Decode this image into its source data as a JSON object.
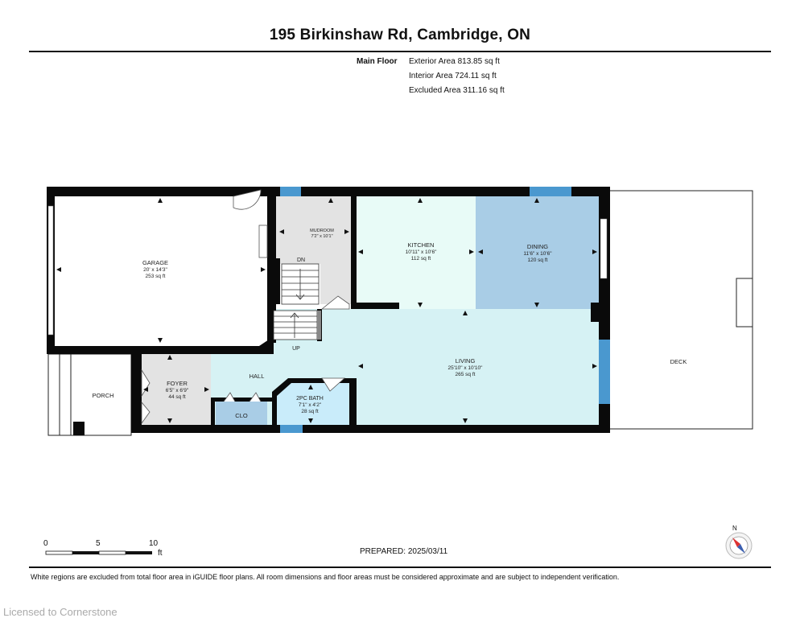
{
  "title": "195 Birkinshaw Rd, Cambridge, ON",
  "summary": {
    "floor_label": "Main Floor",
    "exterior": "Exterior Area 813.85 sq ft",
    "interior": "Interior Area 724.11 sq ft",
    "excluded": "Excluded Area 311.16 sq ft"
  },
  "rooms": {
    "garage": {
      "name": "GARAGE",
      "dims": "20' x 14'3\"",
      "area": "253 sq ft"
    },
    "mudroom": {
      "name": "MUDROOM",
      "dims": "7'2\" x 10'1\""
    },
    "kitchen": {
      "name": "KITCHEN",
      "dims": "10'11\" x 10'6\"",
      "area": "112 sq ft"
    },
    "dining": {
      "name": "DINING",
      "dims": "11'6\" x 10'6\"",
      "area": "120 sq ft"
    },
    "living": {
      "name": "LIVING",
      "dims": "25'10\" x 10'10\"",
      "area": "265 sq ft"
    },
    "foyer": {
      "name": "FOYER",
      "dims": "6'5\" x 6'9\"",
      "area": "44 sq ft"
    },
    "bath": {
      "name": "2PC BATH",
      "dims": "7'1\" x 4'2\"",
      "area": "28 sq ft"
    },
    "hall": {
      "name": "HALL"
    },
    "closet": {
      "name": "CLO"
    },
    "porch": {
      "name": "PORCH"
    },
    "deck": {
      "name": "DECK"
    }
  },
  "stairs": {
    "down": "DN",
    "up": "UP"
  },
  "scale": {
    "ticks": [
      "0",
      "5",
      "10"
    ],
    "unit": "ft"
  },
  "prepared": "PREPARED:  2025/03/11",
  "compass_label": "N",
  "disclaimer": "White regions are excluded from total floor area in iGUIDE floor plans. All room dimensions and floor areas must be considered approximate and are subject to independent verification.",
  "watermark": "Licensed to Cornerstone",
  "colors": {
    "kitchen": "#e8fbf7",
    "dining": "#a9cde6",
    "living": "#d6f2f4",
    "garage": "#ffffff",
    "mudroom": "#e3e3e3",
    "foyer": "#e3e3e3",
    "bath": "#c9ecfa",
    "closet": "#a9cde6",
    "wall": "#0a0a0a",
    "window": "#4a98cf"
  }
}
